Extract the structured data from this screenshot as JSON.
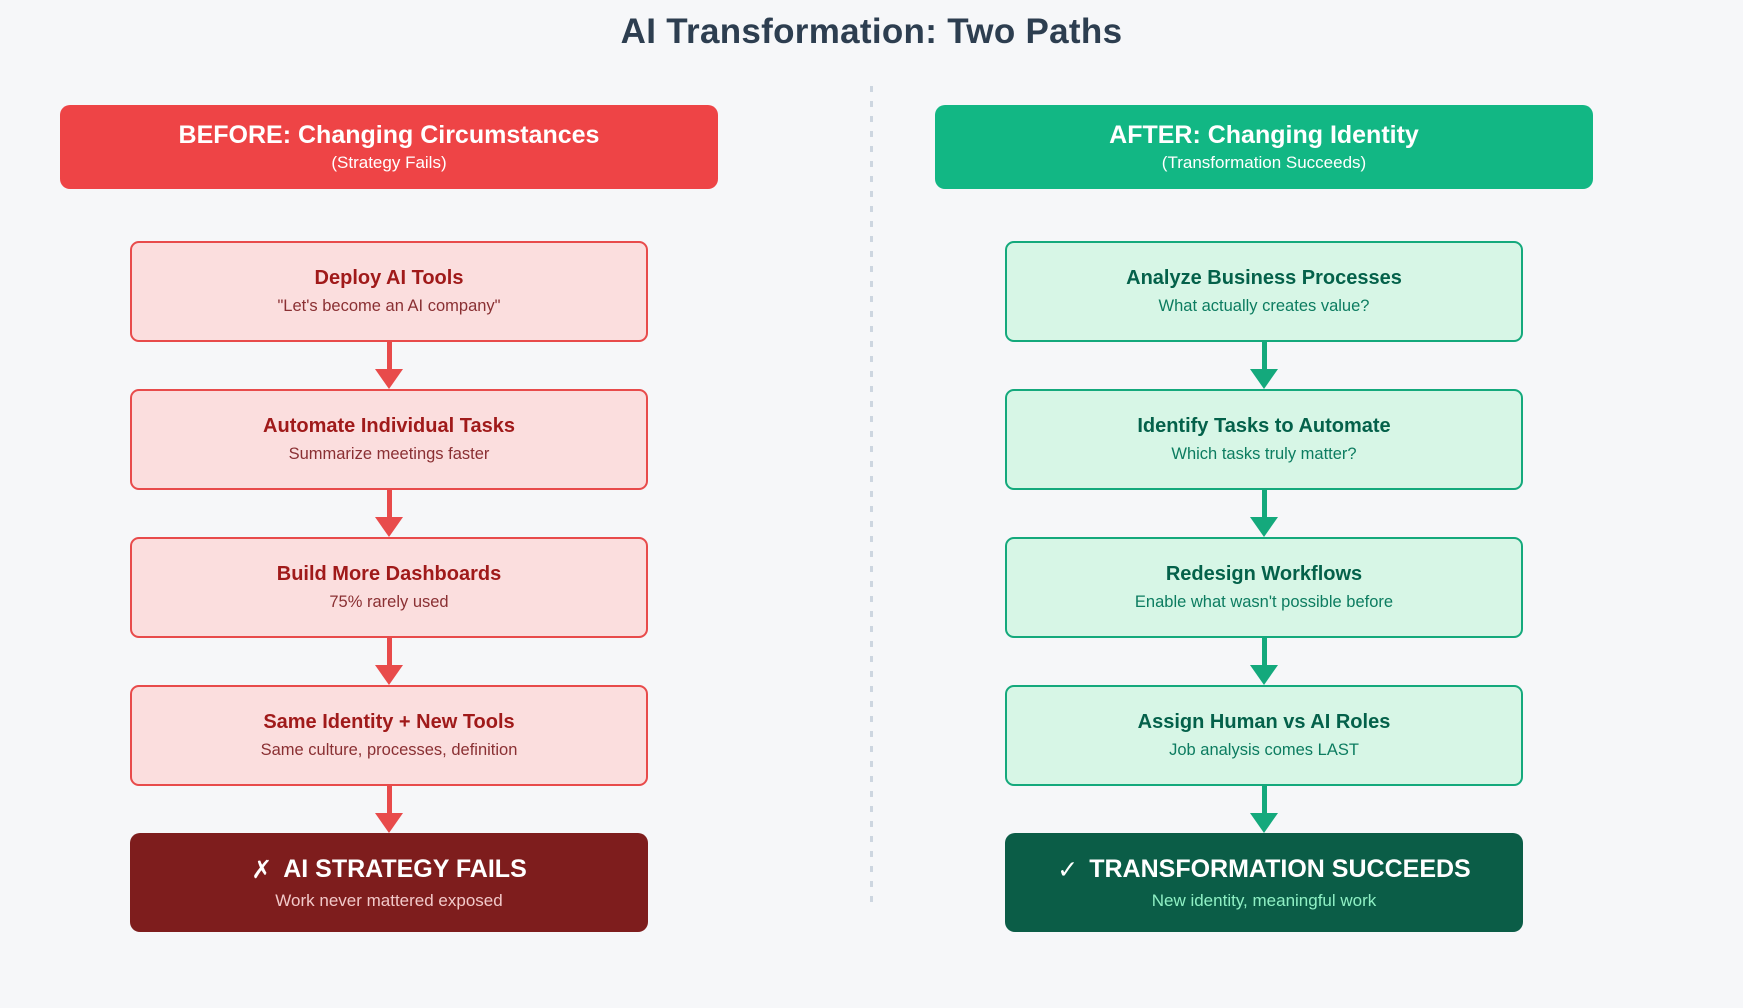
{
  "page": {
    "title": "AI Transformation: Two Paths"
  },
  "palette": {
    "background": "#F6F7F9",
    "title_text": "#2D3E50",
    "divider": "#CDD6E0",
    "before": {
      "header_bg": "#EE4446",
      "box_bg": "#FBDEDE",
      "box_border": "#E84B4B",
      "box_title_text": "#A01A1A",
      "box_subtitle_text": "#8A3033",
      "arrow": "#E84B4B",
      "result_bg": "#7E1D1D",
      "result_title_text": "#FFFFFF",
      "result_subtitle_text": "#F2C9C9"
    },
    "after": {
      "header_bg": "#12B784",
      "box_bg": "#D7F6E6",
      "box_border": "#14A97C",
      "box_title_text": "#04614A",
      "box_subtitle_text": "#0C7C60",
      "arrow": "#14A97C",
      "result_bg": "#0B5D47",
      "result_title_text": "#FFFFFF",
      "result_subtitle_text": "#8FF0C4"
    }
  },
  "columns": [
    {
      "id": "before",
      "header": {
        "title": "BEFORE: Changing Circumstances",
        "subtitle": "(Strategy Fails)"
      },
      "steps": [
        {
          "title": "Deploy AI Tools",
          "subtitle": "\"Let's become an AI company\""
        },
        {
          "title": "Automate Individual Tasks",
          "subtitle": "Summarize meetings faster"
        },
        {
          "title": "Build More Dashboards",
          "subtitle": "75% rarely used"
        },
        {
          "title": "Same Identity + New Tools",
          "subtitle": "Same culture, processes, definition"
        }
      ],
      "result": {
        "mark": "✗",
        "title": "AI STRATEGY FAILS",
        "subtitle": "Work never mattered exposed"
      }
    },
    {
      "id": "after",
      "header": {
        "title": "AFTER: Changing Identity",
        "subtitle": "(Transformation Succeeds)"
      },
      "steps": [
        {
          "title": "Analyze Business Processes",
          "subtitle": "What actually creates value?"
        },
        {
          "title": "Identify Tasks to Automate",
          "subtitle": "Which tasks truly matter?"
        },
        {
          "title": "Redesign Workflows",
          "subtitle": "Enable what wasn't possible before"
        },
        {
          "title": "Assign Human vs AI Roles",
          "subtitle": "Job analysis comes LAST"
        }
      ],
      "result": {
        "mark": "✓",
        "title": "TRANSFORMATION SUCCEEDS",
        "subtitle": "New identity, meaningful work"
      }
    }
  ]
}
